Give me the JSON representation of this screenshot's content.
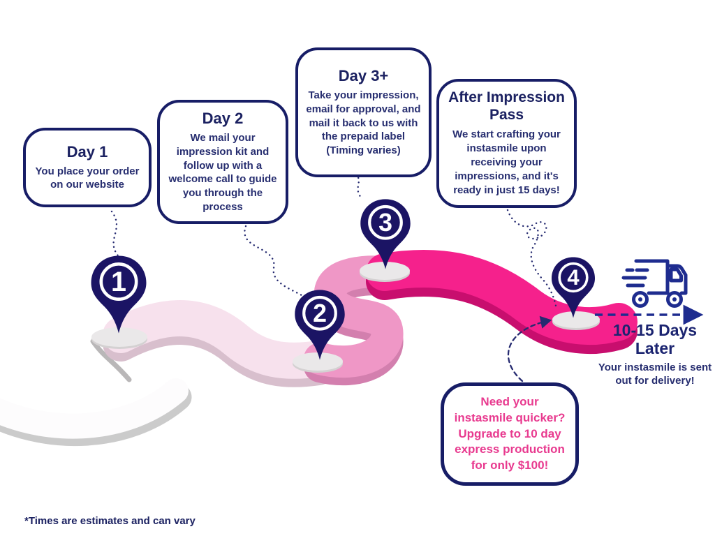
{
  "steps": [
    {
      "marker": "1",
      "title": "Day 1",
      "body": "You place your order on our website"
    },
    {
      "marker": "2",
      "title": "Day 2",
      "body": "We mail your impression kit and follow up with a welcome call to guide you through the process"
    },
    {
      "marker": "3",
      "title": "Day 3+",
      "body": "Take your impression, email for approval, and mail it back to us with the prepaid label (Timing varies)"
    },
    {
      "marker": "4",
      "title": "After Impression Pass",
      "body": "We start crafting your instasmile upon receiving your impressions, and it's ready in just 15 days!"
    }
  ],
  "delivery": {
    "title": "10-15 Days Later",
    "body": "Your instasmile is sent out for delivery!"
  },
  "express_note": {
    "body": "Need your instasmile quicker? Upgrade to 10 day express production for only $100!"
  },
  "footnote": "*Times are estimates and can vary",
  "icons": {
    "map_pin": "map-pin-icon",
    "truck": "delivery-truck-icon",
    "arrow": "dashed-arrow-icon"
  },
  "colors": {
    "navy_pin": "#1b1464",
    "navy_border": "#171d66",
    "navy_text": "#272e70",
    "truck_blue": "#1e2c8f",
    "magenta_road": "#f5218c",
    "magenta_depth": "#c80e6e",
    "pink_road": "#ef97c6",
    "pink_depth": "#d37fae",
    "lightpink_road": "#f7e1ed",
    "lightpink_depth": "#d8bfcd",
    "white_road_shadow": "#cbcbcb",
    "express_text_pink": "#e83a8f",
    "background": "#ffffff"
  }
}
